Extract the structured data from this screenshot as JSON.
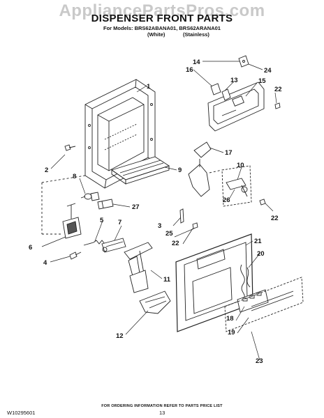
{
  "watermark": "AppliancePartsPros.com",
  "title": "DISPENSER FRONT PARTS",
  "models_line": "For Models: BRS62ABANA01, BRS62ARANA01",
  "variants": [
    "(White)",
    "(Stainless)"
  ],
  "callouts": [
    "1",
    "2",
    "3",
    "4",
    "5",
    "6",
    "7",
    "8",
    "9",
    "10",
    "11",
    "12",
    "13",
    "14",
    "15",
    "16",
    "17",
    "18",
    "19",
    "20",
    "21",
    "22",
    "22",
    "22",
    "23",
    "24",
    "25",
    "26",
    "27"
  ],
  "footer": {
    "order_info": "FOR ORDERING INFORMATION REFER TO PARTS PRICE LIST",
    "doc_id": "W10295601",
    "page": "13"
  }
}
